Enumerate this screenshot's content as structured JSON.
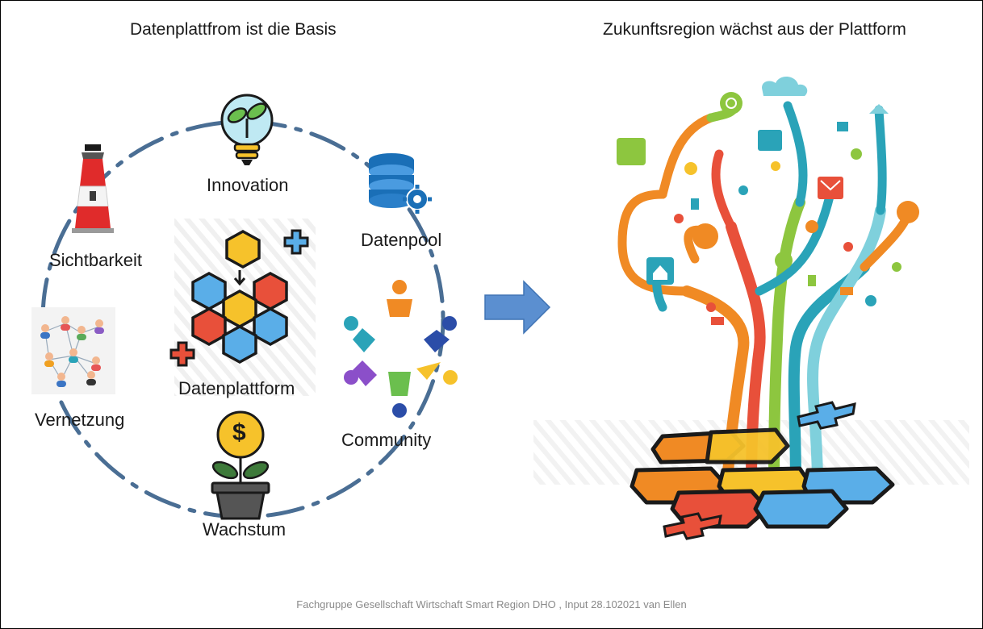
{
  "left_heading": "Datenplattfrom ist die Basis",
  "right_heading": "Zukunftsregion wächst aus der Plattform",
  "labels": {
    "innovation": "Innovation",
    "datenpool": "Datenpool",
    "sichtbarkeit": "Sichtbarkeit",
    "datenplattform": "Datenplattform",
    "vernetzung": "Vernetzung",
    "community": "Community",
    "wachstum": "Wachstum"
  },
  "coin_symbol": "$",
  "footer": "Fachgruppe Gesellschaft Wirtschaft Smart Region DHO , Input 28.102021 van Ellen",
  "colors": {
    "circle": "#4a6e94",
    "arrow": "#5b8fd0",
    "orange": "#f08a24",
    "green": "#8dc63f",
    "teal": "#2aa3b8",
    "red": "#e8503a",
    "yellow": "#f6c22b",
    "blue": "#5aaee8"
  }
}
